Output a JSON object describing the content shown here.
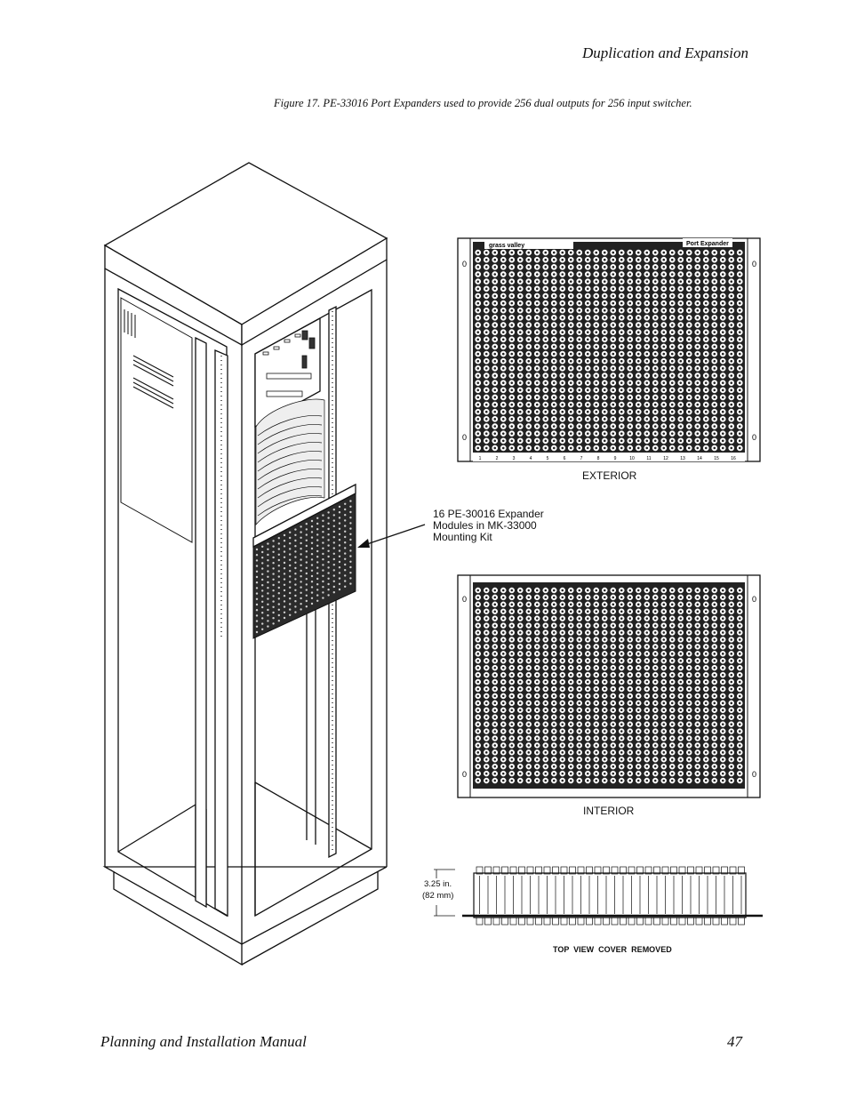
{
  "header": {
    "section_title": "Duplication and Expansion"
  },
  "figure": {
    "caption": "Figure 17.  PE-33016 Port Expanders used to provide 256 dual outputs for 256 input switcher.",
    "callout_line1": "16 PE-30016 Expander",
    "callout_line2": "Modules in MK-33000",
    "callout_line3": "Mounting Kit",
    "exterior_label": "EXTERIOR",
    "interior_label": "INTERIOR",
    "top_view_label": "TOP  VIEW  COVER  REMOVED",
    "dimension_line1": "3.25 in.",
    "dimension_line2": "(82 mm)",
    "panel_brand": "grass valley",
    "panel_title": "Port Expander",
    "slot_numbers": [
      "1",
      "2",
      "3",
      "4",
      "5",
      "6",
      "7",
      "8",
      "9",
      "10",
      "11",
      "12",
      "13",
      "14",
      "15",
      "16"
    ]
  },
  "footer": {
    "manual_title": "Planning and Installation Manual",
    "page_number": "47"
  }
}
